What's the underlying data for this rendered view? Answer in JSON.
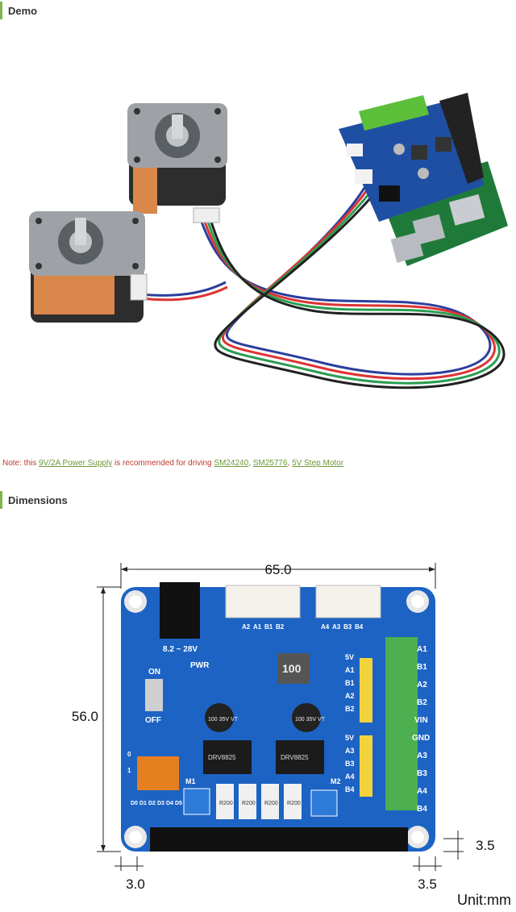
{
  "sections": {
    "demo": "Demo",
    "dimensions": "Dimensions"
  },
  "note": {
    "prefix": "Note: this ",
    "power_link": "9V/2A Power Supply",
    "middle": " is recommended for driving ",
    "motor1": "SM24240",
    "sep1": ", ",
    "motor2": "SM25776",
    "sep2": ", ",
    "motor3": "5V Step Motor"
  },
  "drawing": {
    "width_label": "65.0",
    "height_label": "56.0",
    "hole_left": "3.0",
    "hole_right": "3.5",
    "hole_right_vertical": "3.5",
    "unit": "Unit:mm",
    "voltage": "8.2 ~ 28V",
    "switch_on": "ON",
    "switch_off": "OFF",
    "pwr": "PWR",
    "top_left_pins": [
      "A2",
      "A1",
      "B1",
      "B2"
    ],
    "top_right_pins": [
      "A4",
      "A3",
      "B3",
      "B4"
    ],
    "left_header_pins": [
      "5V",
      "A1",
      "B1",
      "A2",
      "B2",
      "5V",
      "A3",
      "B3",
      "A4",
      "B4"
    ],
    "terminal_labels": [
      "A1",
      "B1",
      "A2",
      "B2",
      "VIN",
      "GND",
      "A3",
      "B3",
      "A4",
      "B4"
    ],
    "dip_labels": [
      "D0",
      "D1",
      "D2",
      "D3",
      "D4",
      "D5"
    ],
    "dip_side": [
      "0",
      "1"
    ],
    "m1": "M1",
    "m2": "M2",
    "inductor": "100",
    "cap1": "100 35V VT",
    "cap2": "100 35V VT",
    "chip1": "DRV8825",
    "chip2": "DRV8825",
    "resistors": [
      "R200",
      "R200",
      "R200",
      "R200"
    ]
  }
}
